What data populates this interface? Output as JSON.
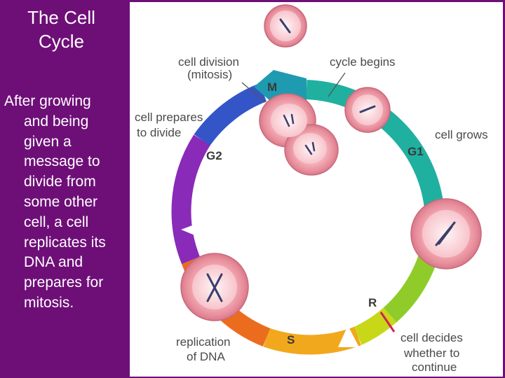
{
  "slide": {
    "title_line1": "The Cell",
    "title_line2": "Cycle",
    "description_lines": [
      "After growing",
      "and being",
      "given a",
      "message to",
      "divide from",
      "some other",
      "cell, a cell",
      "replicates its",
      "DNA and",
      "prepares for",
      "mitosis."
    ]
  },
  "diagram": {
    "phases": {
      "m": "M",
      "g1": "G1",
      "r": "R",
      "s": "S",
      "g2": "G2"
    },
    "labels": {
      "division_1": "cell division",
      "division_2": "(mitosis)",
      "cycle_begins": "cycle begins",
      "prepares_1": "cell prepares",
      "prepares_2": "to divide",
      "grows": "cell grows",
      "replication_1": "replication",
      "replication_2": "of DNA",
      "decides_1": "cell decides",
      "decides_2": "whether to",
      "decides_3": "continue"
    },
    "colors": {
      "background": "#6e0f78",
      "cell": "#f4b2ba",
      "chromosome": "#3a3f6e",
      "restriction_point": "#d0205a"
    }
  }
}
